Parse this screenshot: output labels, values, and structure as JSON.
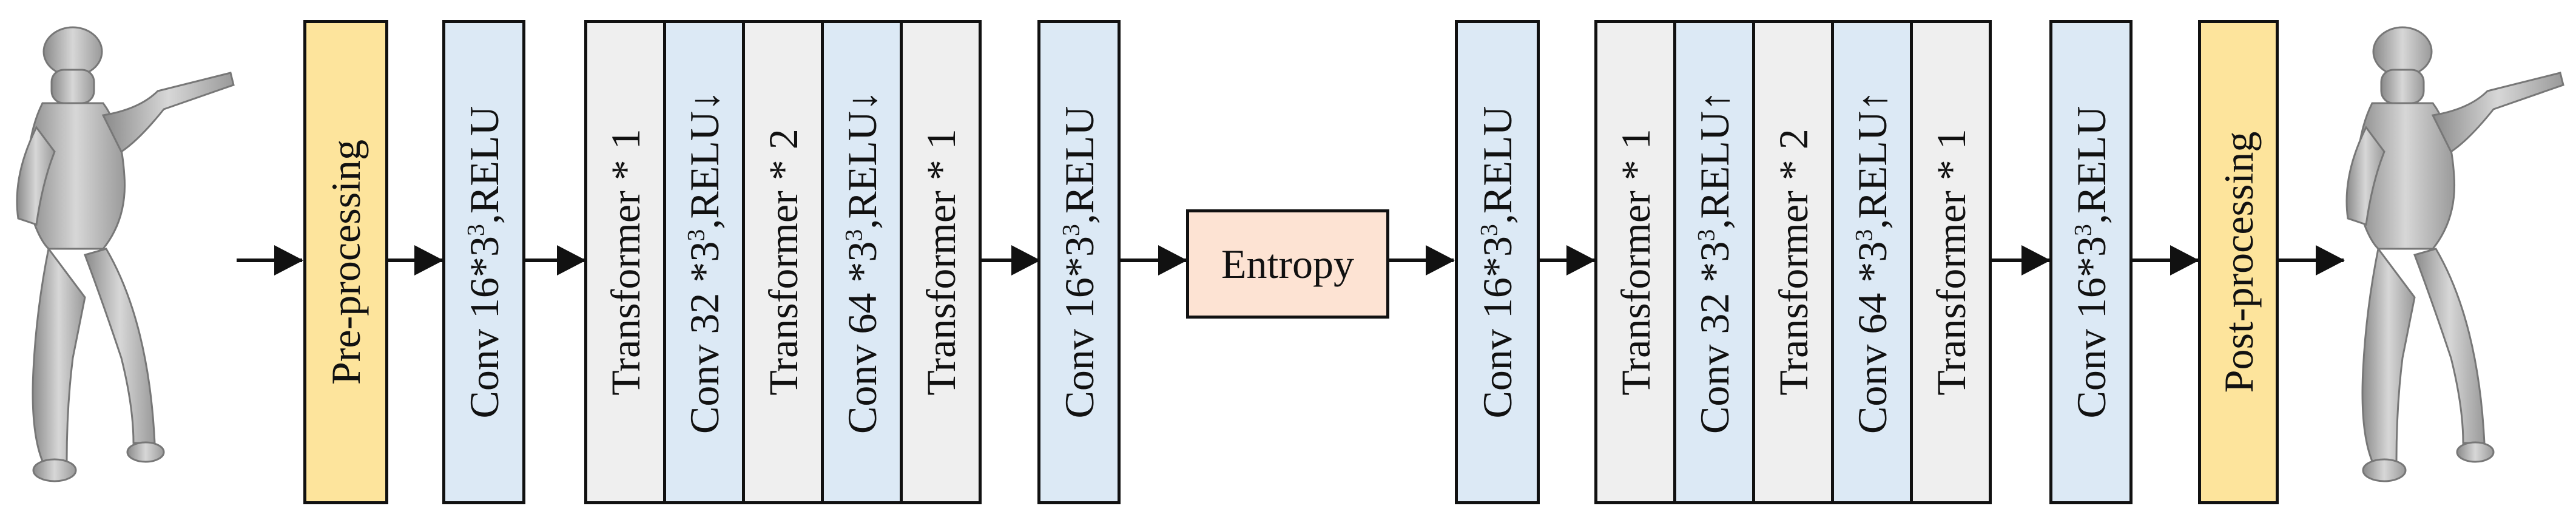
{
  "blocks": {
    "pre_processing": "Pre-processing",
    "conv16_a": {
      "prefix": "Conv 16*3",
      "sup": "3",
      "suffix": ",RELU"
    },
    "enc_transformer_1a": "Transformer  * 1",
    "enc_conv32": {
      "prefix": "Conv 32 *3",
      "sup": "3",
      "suffix": ",RELU↓"
    },
    "enc_transformer_2": "Transformer  * 2",
    "enc_conv64": {
      "prefix": "Conv 64 *3",
      "sup": "3",
      "suffix": ",RELU↓"
    },
    "enc_transformer_1b": "Transformer  * 1",
    "conv16_b": {
      "prefix": "Conv 16*3",
      "sup": "3",
      "suffix": ",RELU"
    },
    "entropy": "Entropy",
    "conv16_c": {
      "prefix": "Conv 16*3",
      "sup": "3",
      "suffix": ",RELU"
    },
    "dec_transformer_1a": "Transformer  * 1",
    "dec_conv32": {
      "prefix": "Conv 32 *3",
      "sup": "3",
      "suffix": ",RELU↑"
    },
    "dec_transformer_2": "Transformer  * 2",
    "dec_conv64": {
      "prefix": "Conv 64 *3",
      "sup": "3",
      "suffix": ",RELU↑"
    },
    "dec_transformer_1b": "Transformer  * 1",
    "conv16_d": {
      "prefix": "Conv 16*3",
      "sup": "3",
      "suffix": ",RELU"
    },
    "post_processing": "Post-processing"
  },
  "colors": {
    "processing": "#fde49c",
    "conv": "#dce9f5",
    "transformer": "#efefef",
    "entropy": "#fde3d3",
    "stroke": "#111111"
  },
  "figures": {
    "input": "soldier-point-cloud-input",
    "output": "soldier-point-cloud-output"
  }
}
